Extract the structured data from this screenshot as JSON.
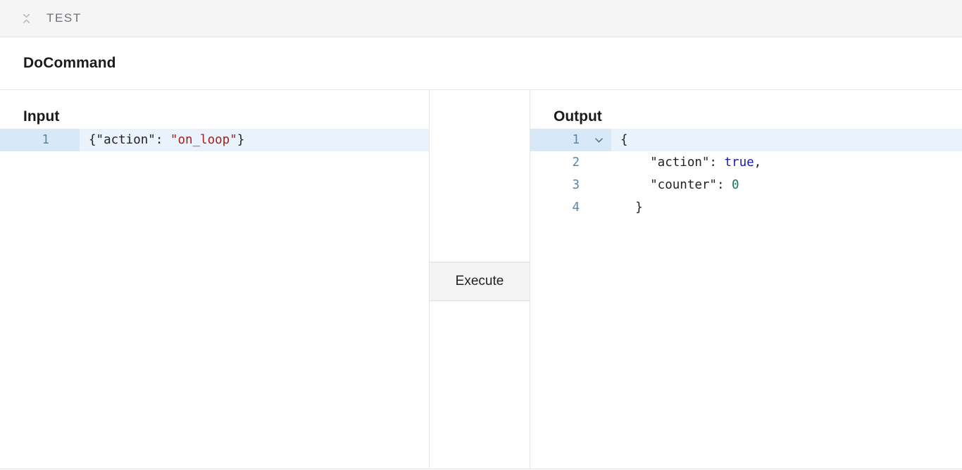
{
  "topbar": {
    "collapse_icon": "collapse-icon",
    "title": "TEST"
  },
  "command": {
    "title": "DoCommand"
  },
  "input_panel": {
    "heading": "Input",
    "lines": [
      {
        "number": "1",
        "active": true,
        "tokens": [
          {
            "text": "{\"action\": ",
            "type": "punct"
          },
          {
            "text": "\"on_loop\"",
            "type": "str"
          },
          {
            "text": "}",
            "type": "punct"
          }
        ]
      }
    ]
  },
  "middle_panel": {
    "execute_label": "Execute"
  },
  "output_panel": {
    "heading": "Output",
    "lines": [
      {
        "number": "1",
        "active": true,
        "foldable": true,
        "tokens": [
          {
            "text": "{",
            "type": "punct"
          }
        ]
      },
      {
        "number": "2",
        "active": false,
        "foldable": false,
        "tokens": [
          {
            "text": "    \"action\": ",
            "type": "punct"
          },
          {
            "text": "true",
            "type": "bool"
          },
          {
            "text": ",",
            "type": "punct"
          }
        ]
      },
      {
        "number": "3",
        "active": false,
        "foldable": false,
        "tokens": [
          {
            "text": "    \"counter\": ",
            "type": "punct"
          },
          {
            "text": "0",
            "type": "num"
          }
        ]
      },
      {
        "number": "4",
        "active": false,
        "foldable": false,
        "tokens": [
          {
            "text": "  }",
            "type": "punct"
          }
        ]
      }
    ]
  },
  "colors": {
    "topbar_bg": "#f5f5f5",
    "string_token": "#a31f1a",
    "boolean_token": "#1a1ab0",
    "number_token": "#0f7b55",
    "gutter_number": "#5c84a8",
    "active_line": "#eaf3fb",
    "active_gutter": "#d7e9f8",
    "button_bg": "#f4f4f4"
  }
}
